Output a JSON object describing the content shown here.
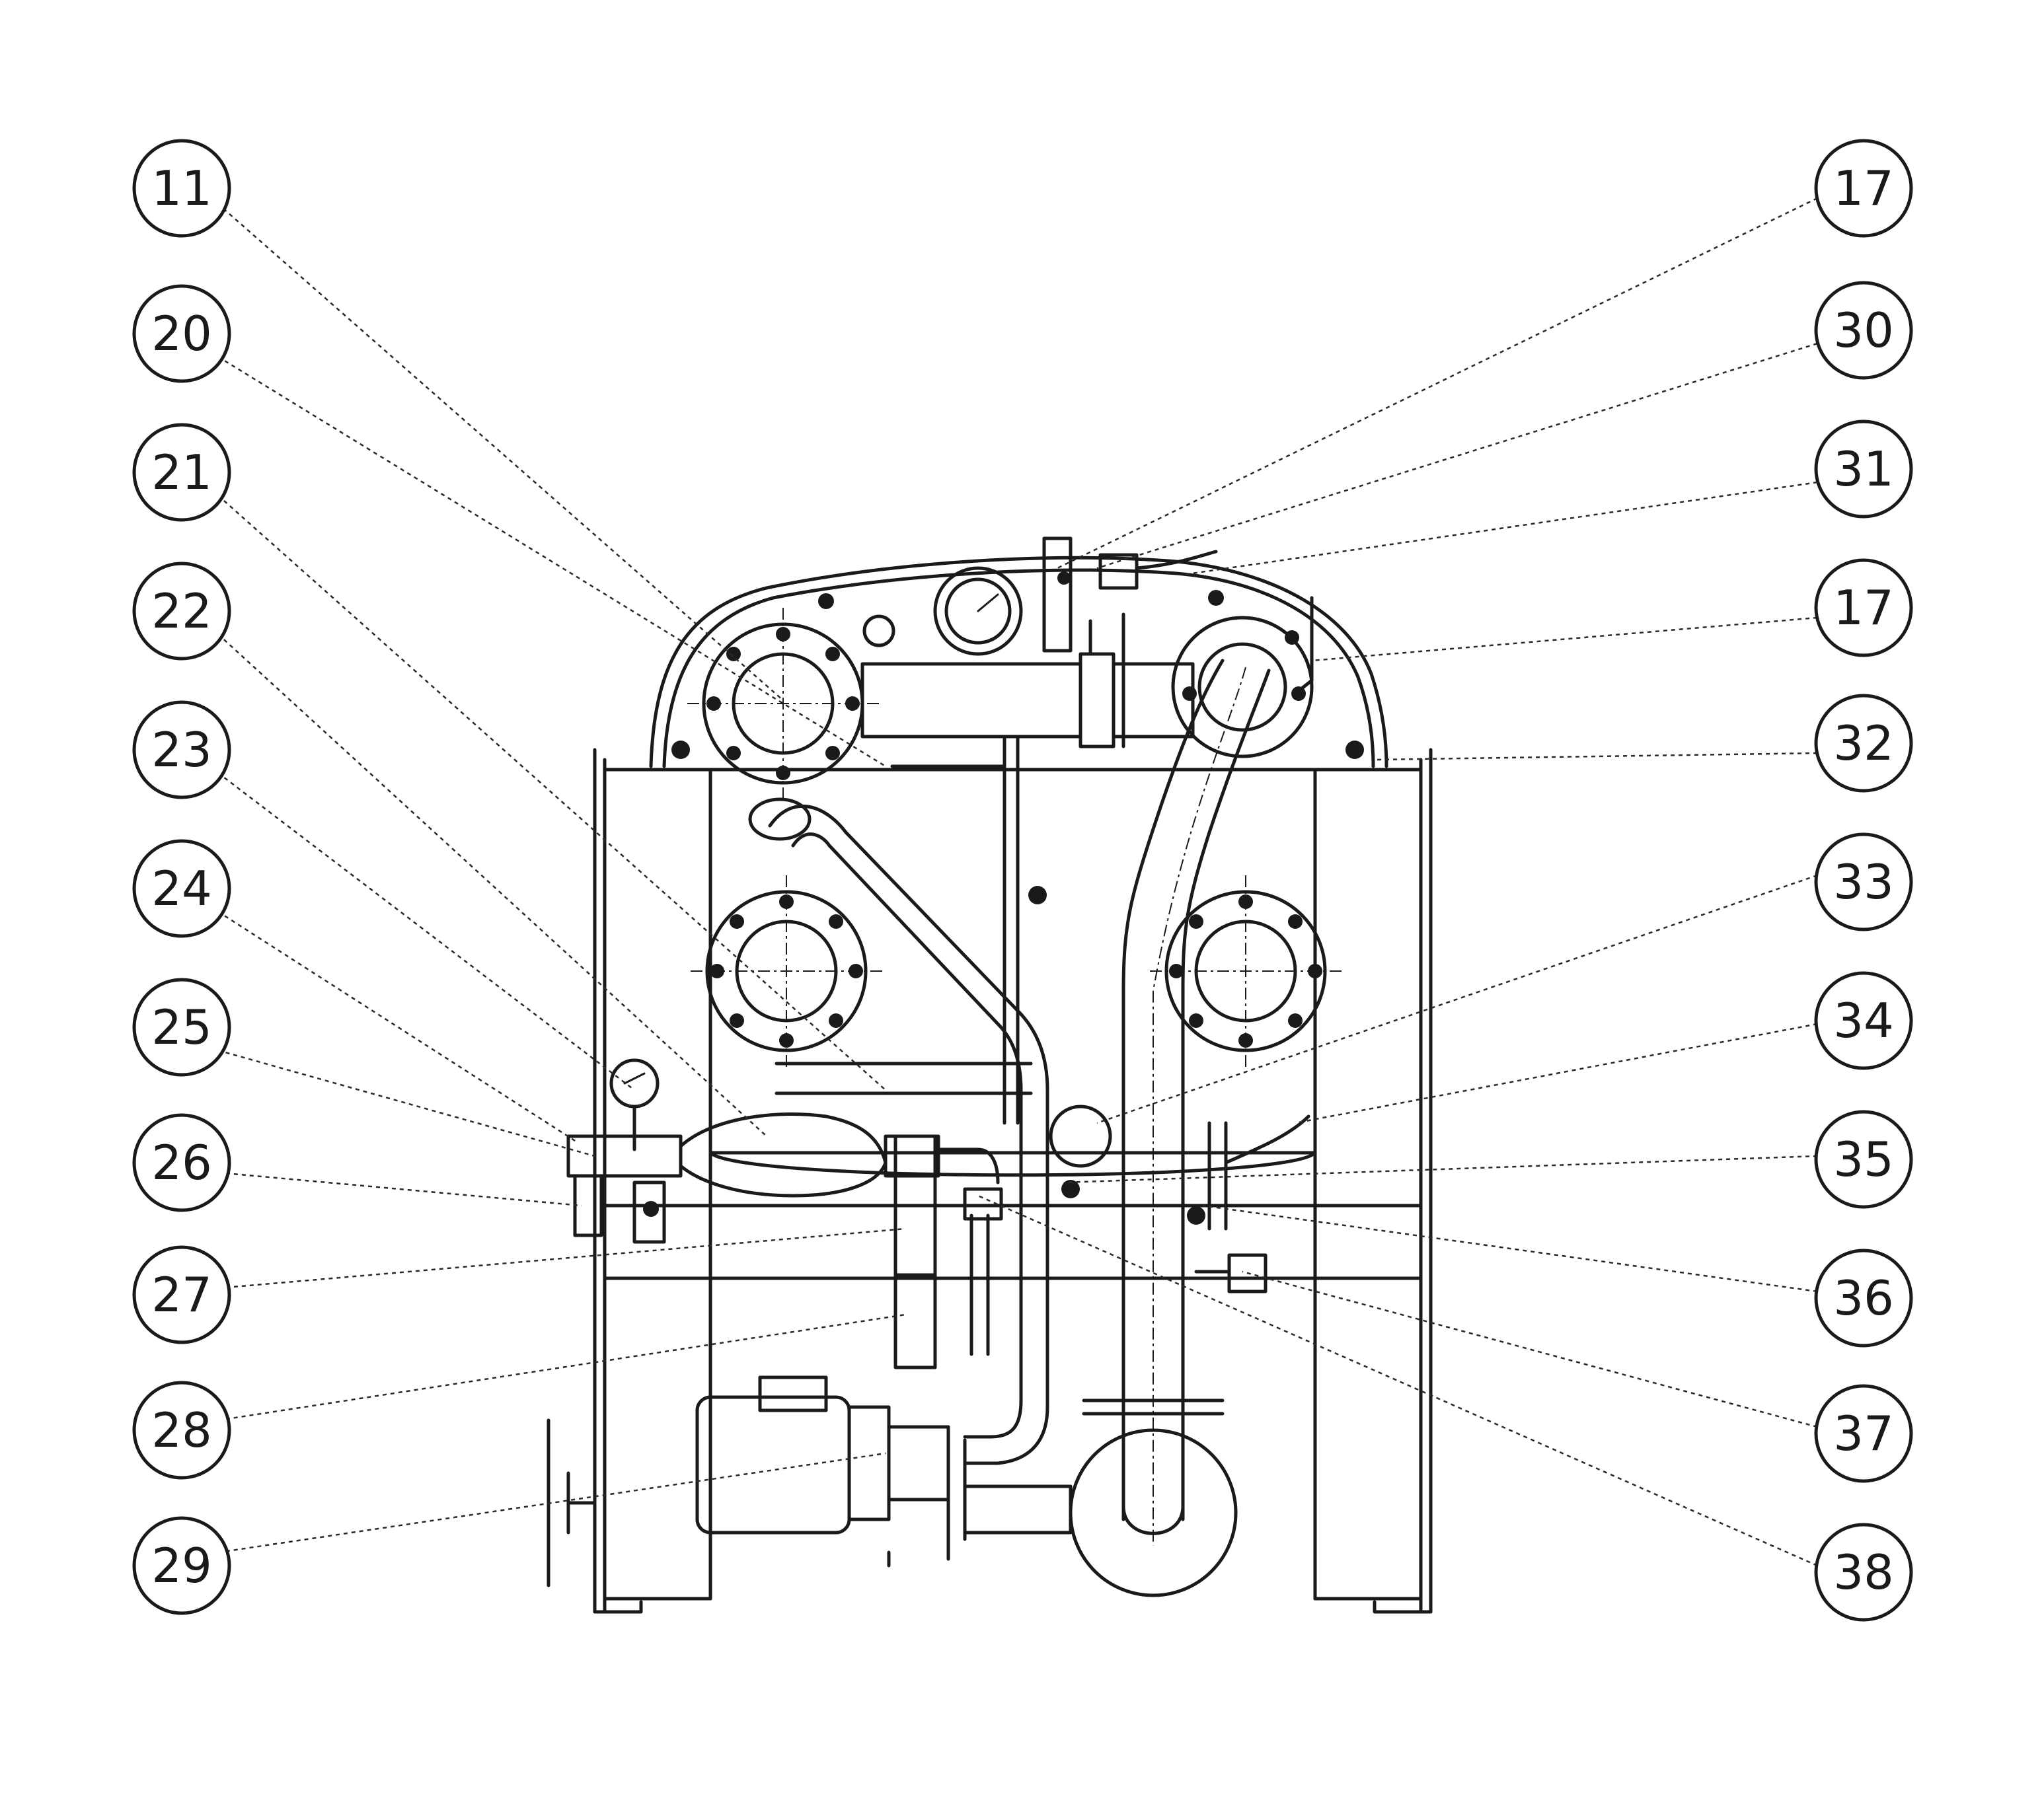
{
  "colors": {
    "ink": "#1a1a1a",
    "paper": "#ffffff"
  },
  "callouts": {
    "left": [
      "11",
      "20",
      "21",
      "22",
      "23",
      "24",
      "25",
      "26",
      "27",
      "28",
      "29"
    ],
    "right": [
      "17",
      "30",
      "31",
      "17",
      "32",
      "33",
      "34",
      "35",
      "36",
      "37",
      "38"
    ]
  }
}
